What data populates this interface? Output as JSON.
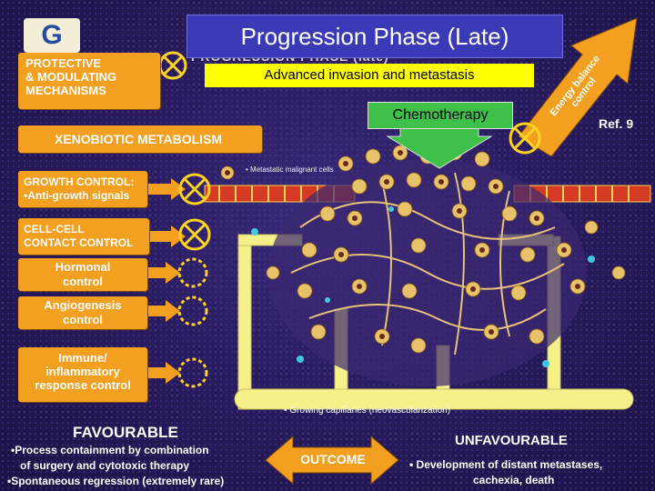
{
  "header": {
    "g_label": "G",
    "title": "Progression Phase (Late)",
    "ghost_title": "PROGRESSION PHASE (late)",
    "subtitle": "Advanced invasion and metastasis",
    "ref": "Ref. 9"
  },
  "left_panel": {
    "protective": [
      "PROTECTIVE",
      "& MODULATING",
      "MECHANISMS"
    ],
    "xenobiotic": "XENOBIOTIC METABOLISM",
    "growth": [
      "GROWTH CONTROL:",
      "•Anti-growth signals"
    ],
    "cellcell": [
      "CELL-CELL",
      "CONTACT CONTROL"
    ],
    "hormonal": [
      "Hormonal",
      "control"
    ],
    "angiogenesis": [
      "Angiogenesis",
      "control"
    ],
    "immune": [
      "Immune/",
      "inflammatory",
      "response control"
    ]
  },
  "center": {
    "chemotherapy": "Chemotherapy",
    "energy": [
      "Energy balance",
      "control"
    ],
    "metastatic_label": "• Metastatic malignant cells",
    "capillaries_label": "• Growing capillaries (neovascularization)"
  },
  "bottom": {
    "favourable": {
      "title": "FAVOURABLE",
      "lines": [
        "•Process containment by combination",
        "of surgery and cytotoxic therapy",
        "•Spontaneous regression (extremely rare)"
      ]
    },
    "outcome": "OUTCOME",
    "unfavourable": {
      "title": "UNFAVOURABLE",
      "lines": [
        "• Development of distant metastases,",
        "cachexia, death"
      ]
    }
  },
  "colors": {
    "orange": "#f3a021",
    "title_bg": "#3b3ab6",
    "subtitle_bg": "#ffff00",
    "chemo_bg": "#3fc04a",
    "capillary": "#f5f08a",
    "background": "#24164f"
  }
}
